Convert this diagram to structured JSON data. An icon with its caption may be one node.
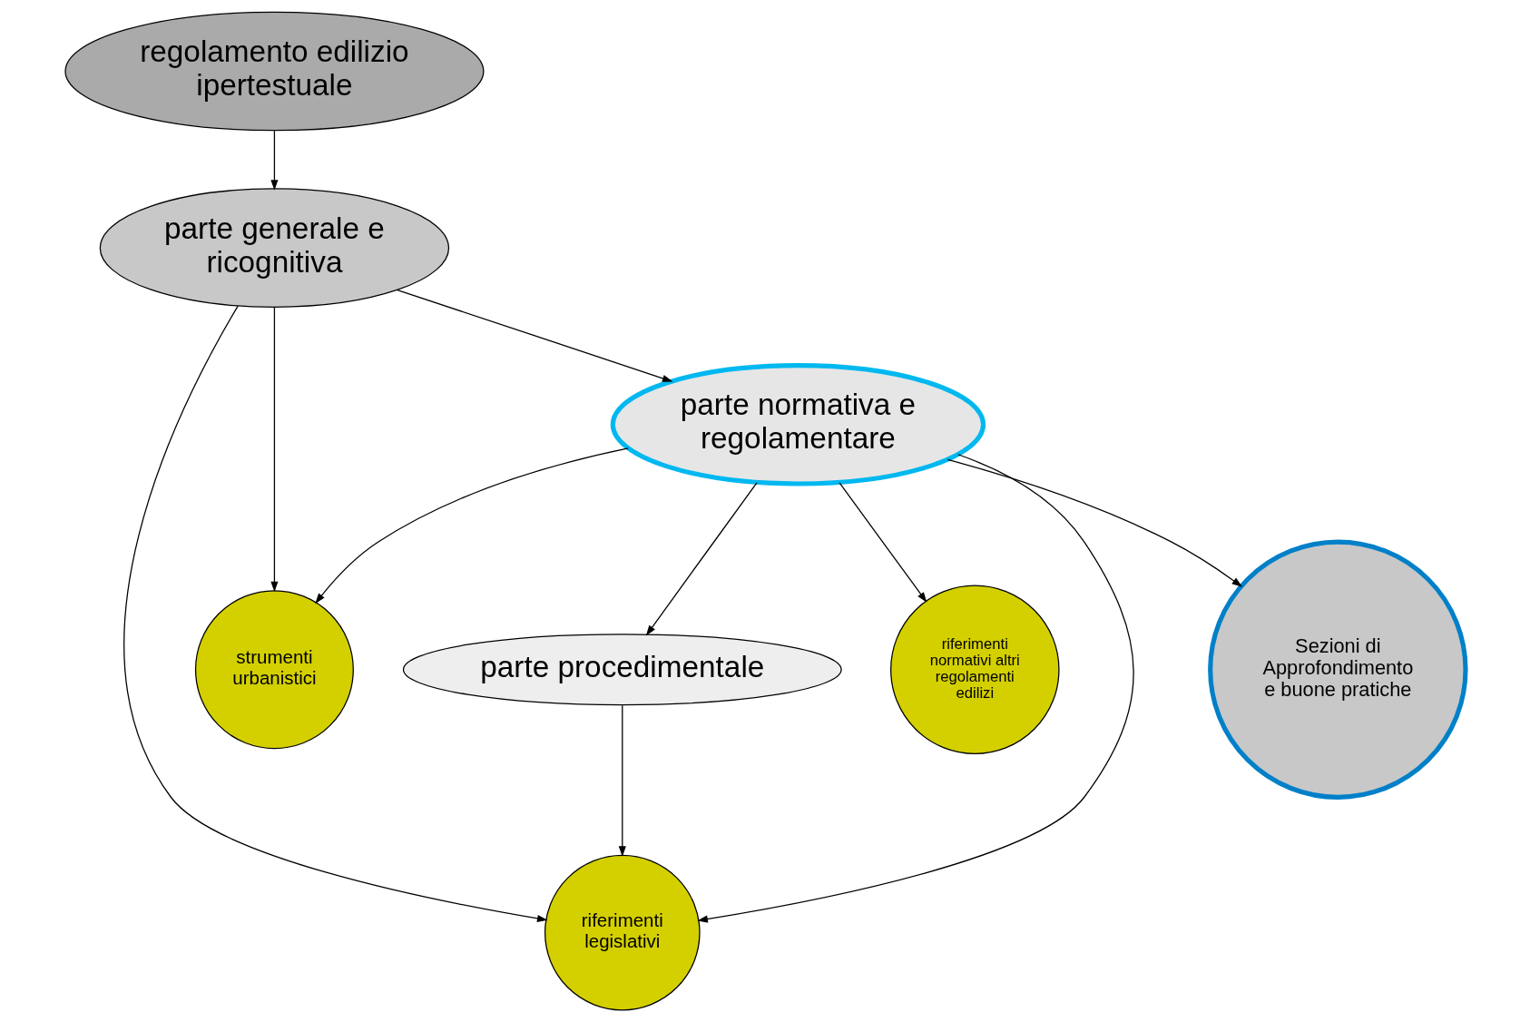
{
  "diagram": {
    "nodes": [
      {
        "text": [
          "regolamento edilizio ipertestuale"
        ]
      },
      {
        "text": [
          "parte generale e ricognitiva"
        ]
      },
      {
        "text": [
          "strumenti urbanistici"
        ]
      },
      {
        "text": [
          "riferimenti legislativi"
        ]
      },
      {
        "text": [
          "parte normativa e regolamentare"
        ]
      },
      {
        "text": [
          "Sezioni di Approfondimento e buone pratiche"
        ]
      },
      {
        "text": [
          "parte procedimentale"
        ]
      },
      {
        "text": [
          "riferimenti normativi altri regolamenti edilizi"
        ]
      }
    ],
    "edges": [
      {
        "from": 0,
        "to": 1,
        "arrow": "to"
      },
      {
        "from": 1,
        "to": 2,
        "arrow": "to"
      },
      {
        "from": 1,
        "to": 3,
        "arrow": "to"
      },
      {
        "from": 1,
        "to": 4,
        "arrow": "to"
      },
      {
        "from": 4,
        "to": 3,
        "arrow": "to"
      },
      {
        "from": 4,
        "to": 2,
        "arrow": "to"
      },
      {
        "from": 4,
        "to": 5,
        "arrow": "to"
      },
      {
        "from": 4,
        "to": 7,
        "arrow": "to"
      },
      {
        "from": 4,
        "to": 6,
        "arrow": "to"
      },
      {
        "from": 6,
        "to": 3,
        "arrow": "to"
      }
    ]
  }
}
